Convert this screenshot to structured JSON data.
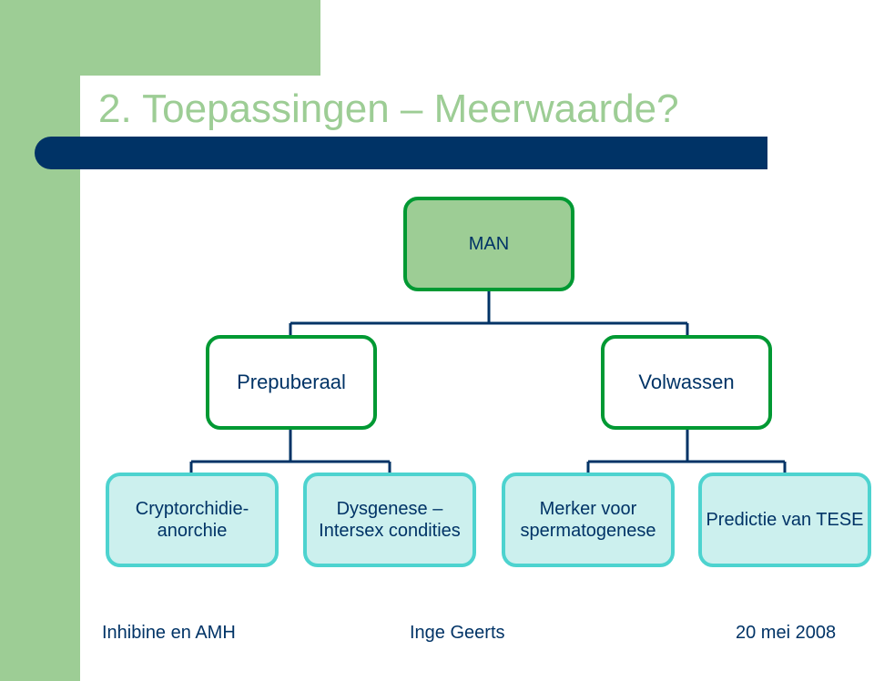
{
  "slide": {
    "title": "2. Toepassingen – Meerwaarde?"
  },
  "diagram": {
    "root": "MAN",
    "children": [
      {
        "label": "Prepuberaal",
        "children": [
          {
            "lines": [
              "Cryptorchidie-",
              "anorchie"
            ]
          },
          {
            "lines": [
              "Dysgenese –",
              "Intersex condities"
            ]
          }
        ]
      },
      {
        "label": "Volwassen",
        "children": [
          {
            "lines": [
              "Merker voor",
              "spermatogenese"
            ]
          },
          {
            "lines": [
              "Predictie van TESE"
            ]
          }
        ]
      }
    ]
  },
  "footer": {
    "left": "Inhibine en AMH",
    "center": "Inge Geerts",
    "right": "20 mei 2008"
  },
  "colors": {
    "green_light": "#9dcd95",
    "green_border": "#009933",
    "navy": "#003366",
    "teal_fill": "#ccf0ee",
    "teal_border": "#4dd3cf"
  }
}
